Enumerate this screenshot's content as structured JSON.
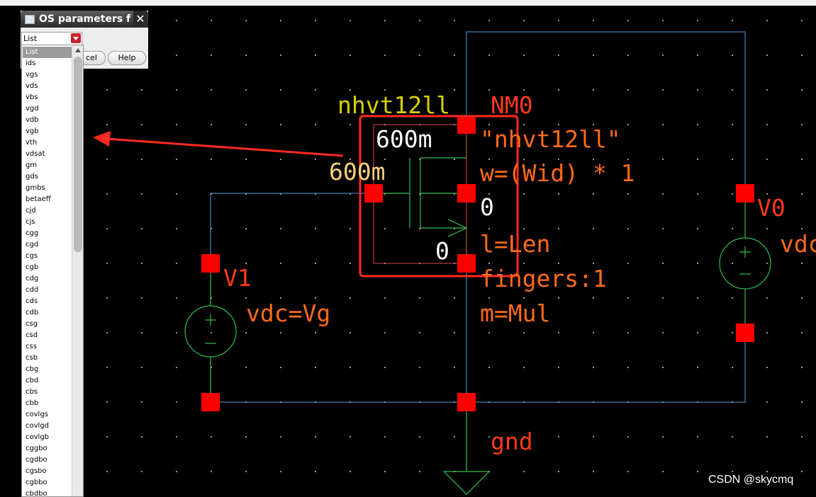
{
  "dialog": {
    "title": "OS parameters f",
    "combo_value": "List",
    "cancel_label": "cel",
    "help_label": "Help"
  },
  "param_list": [
    "List",
    "ids",
    "vgs",
    "vds",
    "vbs",
    "vgd",
    "vdb",
    "vgb",
    "vth",
    "vdsat",
    "gm",
    "gds",
    "gmbs",
    "betaeff",
    "cjd",
    "cjs",
    "cgg",
    "cgd",
    "cgs",
    "cgb",
    "cdg",
    "cdd",
    "cds",
    "cdb",
    "csg",
    "csd",
    "css",
    "csb",
    "cbg",
    "cbd",
    "cbs",
    "cbb",
    "covlgs",
    "covlgd",
    "covlgb",
    "cggbo",
    "cgdbo",
    "cgsbo",
    "cgbbo",
    "cbdbo"
  ],
  "schematic": {
    "nmos": {
      "cell_name": "nhvt12ll",
      "instance": "NM0",
      "model": "\"nhvt12ll\"",
      "width_param": "w=(Wid) * 1",
      "bulk_value": "0",
      "length_param": "l=Len",
      "fingers": "fingers:1",
      "multiplier": "m=Mul",
      "drain_label": "600m",
      "gate_label": "600m",
      "source_label": "0"
    },
    "v1": {
      "name": "V1",
      "param": "vdc=Vg"
    },
    "v0": {
      "name": "V0",
      "param": "vdc"
    },
    "ground": "gnd"
  },
  "watermark": "CSDN @skycmq",
  "colors": {
    "background": "#000000",
    "wire": "#4fa0e8",
    "component": "#2fbf4a",
    "pin": "#ff0000",
    "label": "#ff6a1a",
    "cell_name": "#d8d000",
    "highlight": "#ff2a20"
  }
}
